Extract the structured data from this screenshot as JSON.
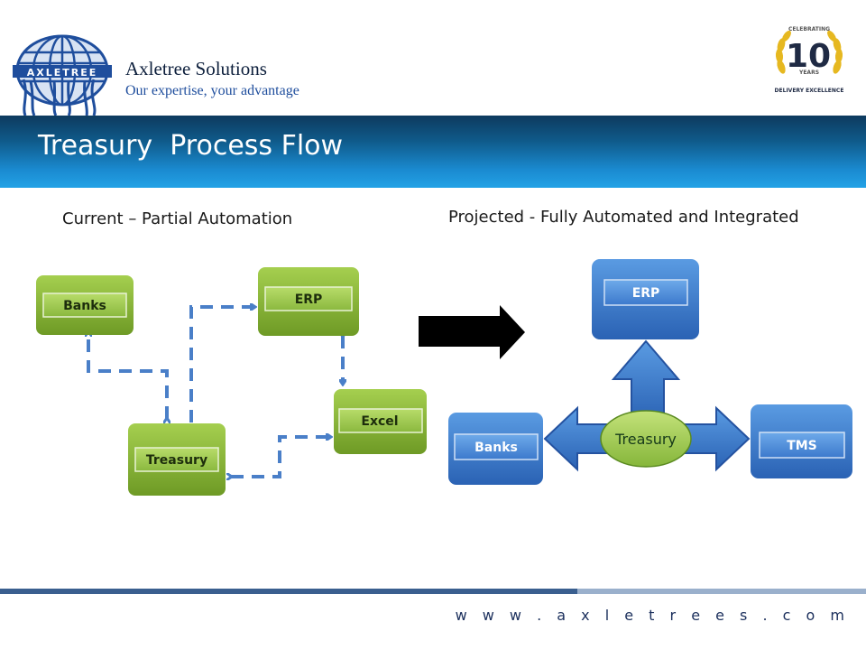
{
  "header": {
    "company_name": "Axletree Solutions",
    "tagline": "Our expertise, your advantage",
    "logo_text": "AXLETREE",
    "badge": {
      "top_text": "CELEBRATING",
      "number": "10",
      "years_text": "YEARS",
      "bottom_text": "DELIVERY EXCELLENCE"
    }
  },
  "slide": {
    "title": "Treasury  Process Flow"
  },
  "current": {
    "heading": "Current – Partial Automation",
    "boxes": {
      "banks": "Banks",
      "erp": "ERP",
      "treasury": "Treasury",
      "excel": "Excel"
    }
  },
  "projected": {
    "heading": "Projected - Fully Automated and Integrated",
    "boxes": {
      "erp": "ERP",
      "banks": "Banks",
      "tms": "TMS"
    },
    "hub": "Treasury"
  },
  "footer": {
    "url": "w w w . a x l e t r e e s . c o m"
  },
  "colors": {
    "green_box": "#8bb83a",
    "blue_box": "#3c7fd0",
    "dashed_arrow": "#4a7fc8",
    "title_bar": "#1a8ad0"
  }
}
